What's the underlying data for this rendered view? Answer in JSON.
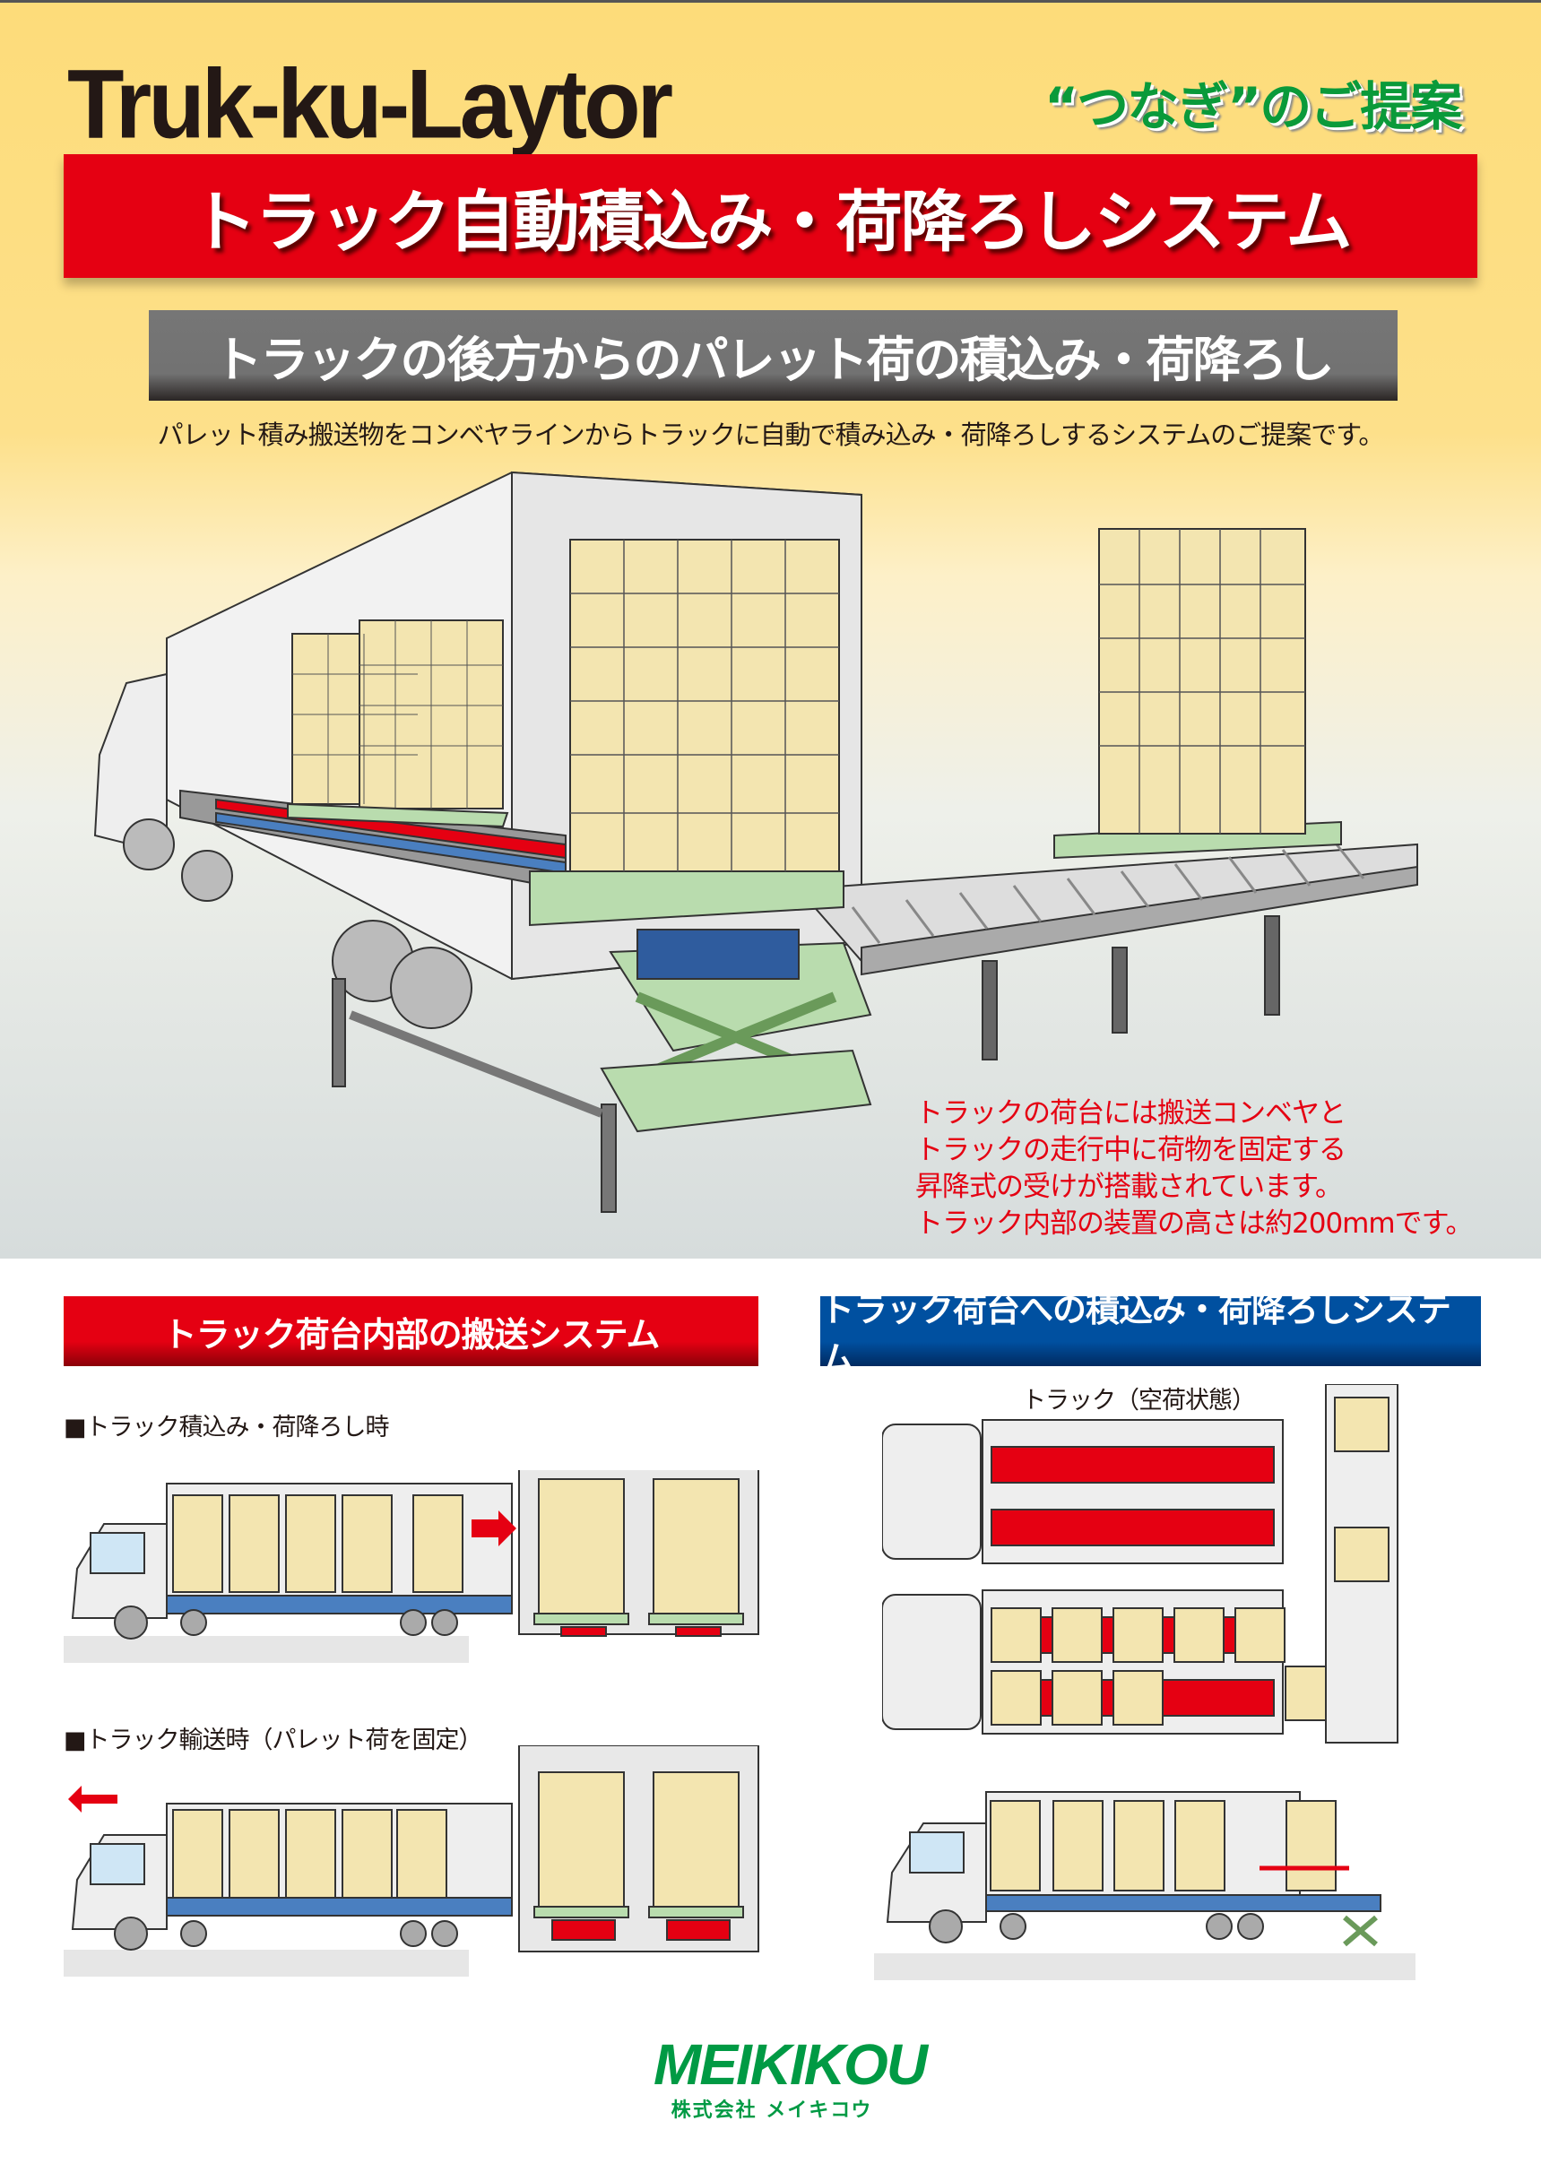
{
  "header": {
    "brand": "Truk-ku-Laytor",
    "proposal_tag": "“つなぎ”のご提案",
    "main_title": "トラック自動積込み・荷降ろしシステム",
    "sub_title": "トラックの後方からのパレット荷の積込み・荷降ろし",
    "lead": "パレット積み搬送物をコンベヤラインからトラックに自動で積み込み・荷降ろしするシステムのご提案です。"
  },
  "main_illustration": {
    "caption_lines": [
      "トラックの荷台には搬送コンベヤと",
      "トラックの走行中に荷物を固定する",
      "昇降式の受けが搭載されています。",
      "トラック内部の装置の高さは約200mmです。"
    ]
  },
  "left_section": {
    "title": "トラック荷台内部の搬送システム",
    "case1_label": "■トラック積込み・荷降ろし時",
    "case2_label": "■トラック輸送時（パレット荷を固定）"
  },
  "right_section": {
    "title": "トラック荷台への積込み・荷降ろしシステム",
    "empty_truck_label": "トラック（空荷状態）"
  },
  "footer": {
    "logo_text": "MEIKIKOU",
    "company_name": "株式会社 メイキコウ"
  },
  "colors": {
    "red": "#e50012",
    "blue": "#0050a0",
    "green": "#009a44",
    "cargo": "#f3e5b0"
  }
}
